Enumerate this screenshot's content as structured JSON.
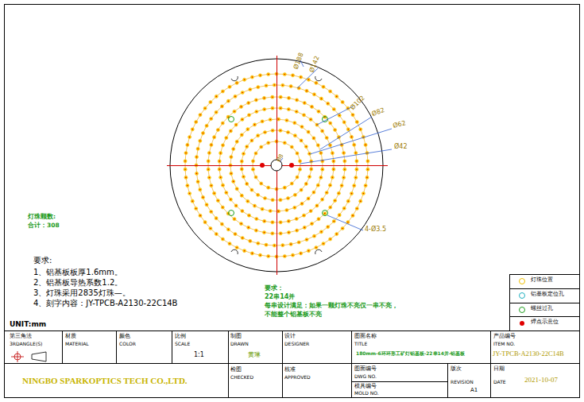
{
  "diagram": {
    "labels": [
      "Ø188",
      "Ø142",
      "Ø102",
      "Ø82",
      "Ø62",
      "Ø42",
      "Ø8",
      "4-Ø3.5",
      "灯珠颗数:",
      "合计：308",
      "要求:",
      "1、铝基板板厚1.6mm。",
      "2、铝基板导热系数1.2。",
      "3、灯珠采用2835灯珠—。",
      "4、刻字内容：JY-TPCB-A2130-22C14B",
      "要求：",
      "22串14并",
      "每串设计满足：如果一颗灯珠不亮仅一串不亮，",
      "不能整个铝基板不亮",
      "UNIT:mm",
      "第三角法",
      "3RDANGLE(S)",
      "材质",
      "MATERIAL",
      "颜色",
      "COLOR",
      "比例",
      "SCALE",
      "1:1",
      "制图",
      "DRAWN",
      "黄琳",
      "设计",
      "DESIGNER",
      "图面名称",
      "TITLE",
      "180mm-6环环形工矿灯铝基板-22串14并-铝基板",
      "产品编号",
      "ITEM NO.",
      "JY-TPCB-A2130-22C14B",
      "NINGBO SPARKOPTICS TECH CO.,LTD.",
      "检图",
      "CHECKED",
      "核准",
      "APPROVED",
      "图面编号",
      "DWG NO.",
      "模具编号",
      "MOLD NO.",
      "版次",
      "REVISION",
      "A1",
      "日期",
      "DATE",
      "2021-10-07"
    ],
    "legend": [
      {
        "text": "灯珠位置"
      },
      {
        "text": "铝基板定位孔"
      },
      {
        "text": "螺丝过孔"
      },
      {
        "text": "焊点示意位"
      }
    ]
  }
}
